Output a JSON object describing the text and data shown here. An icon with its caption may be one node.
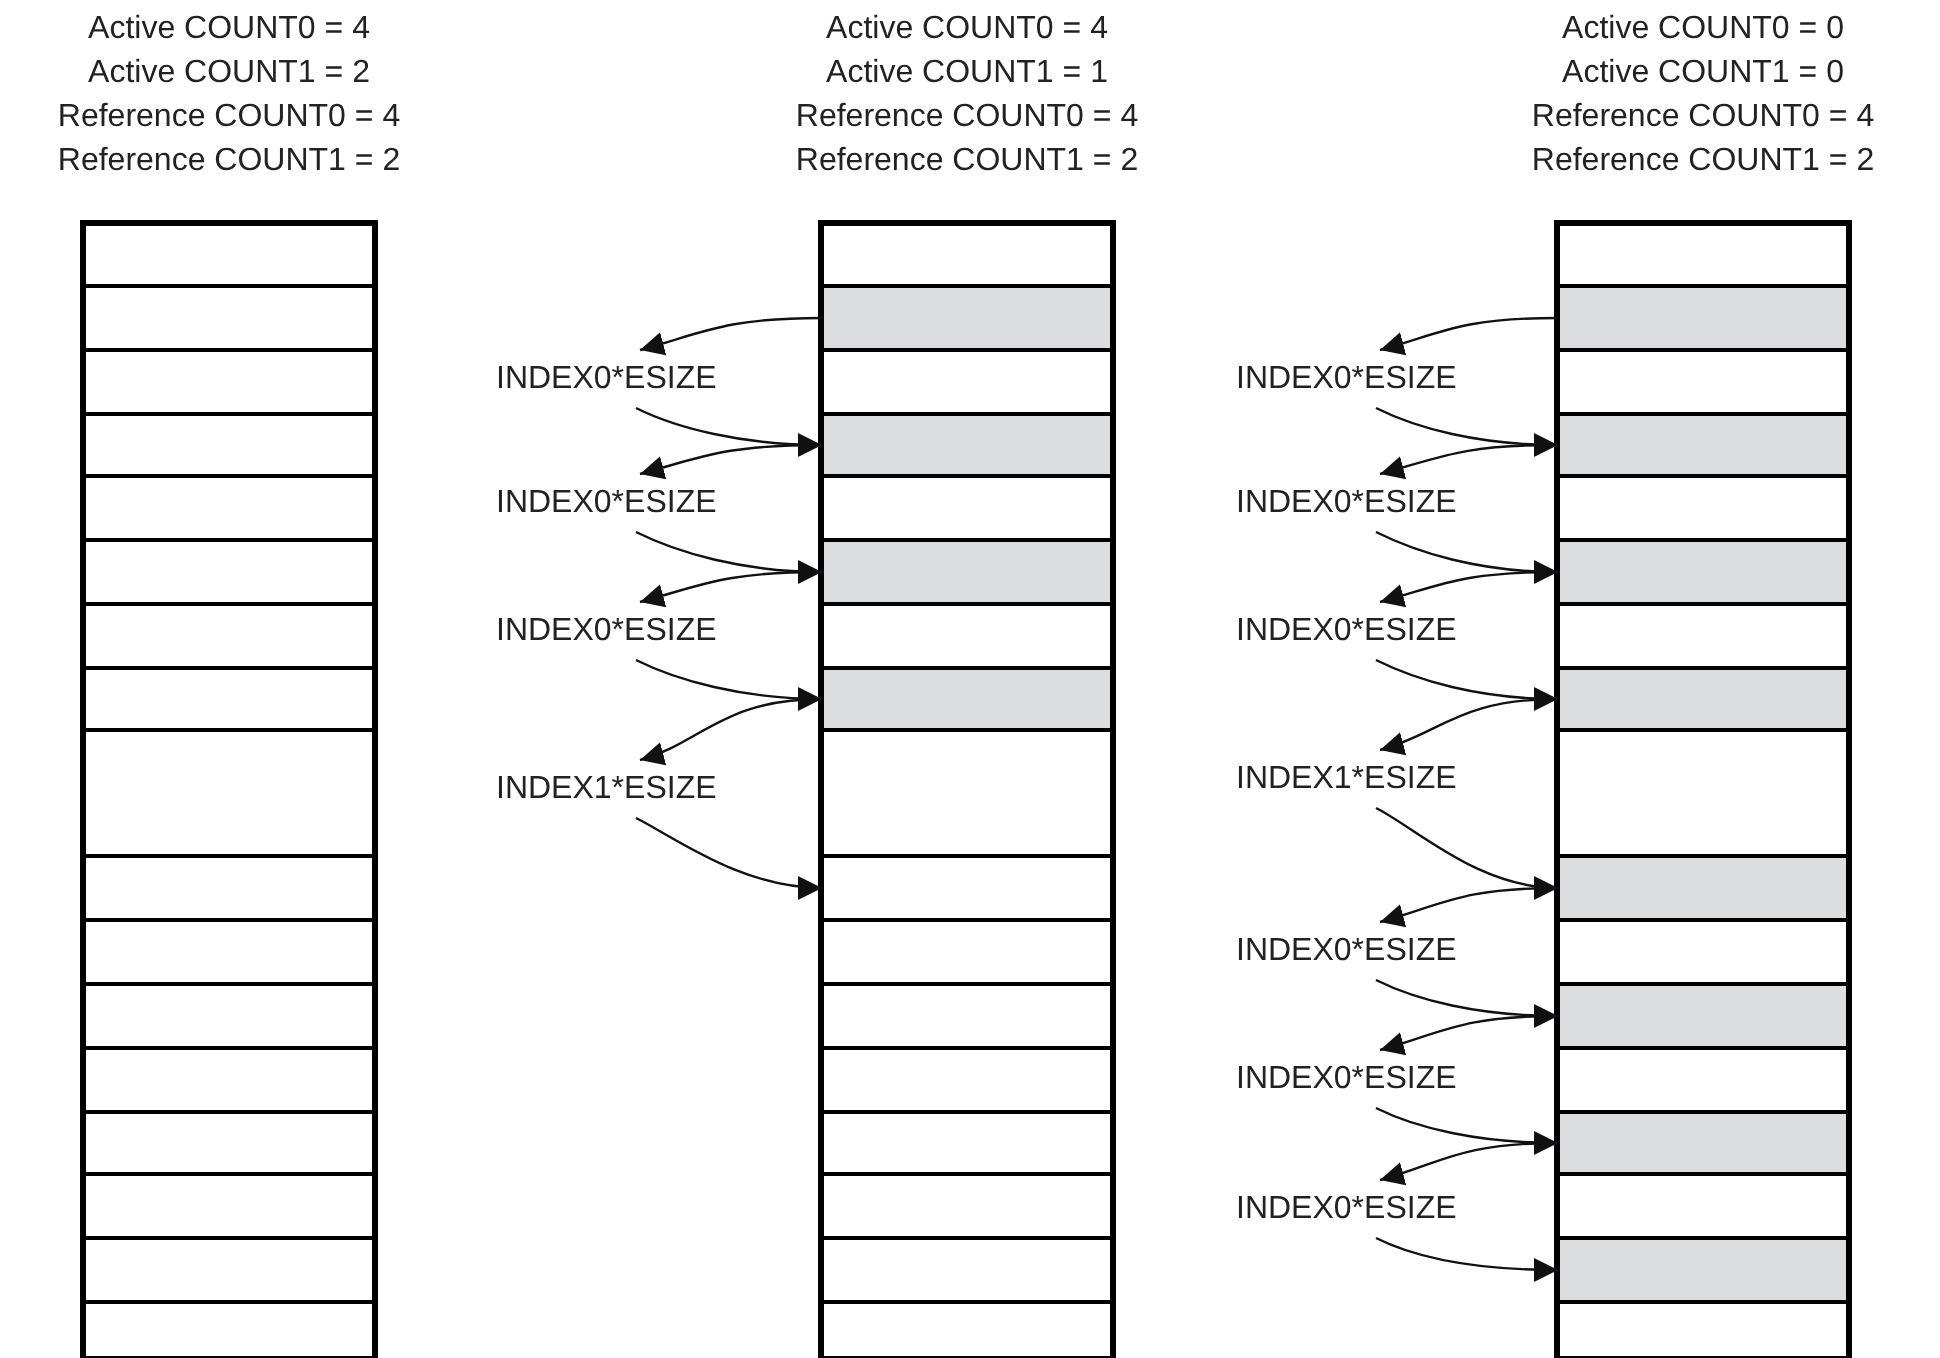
{
  "diagram": {
    "nodes": [
      {
        "text": [
          "Active COUNT0 = 4",
          "Active COUNT1 = 2",
          "Reference COUNT0 = 4",
          "Reference COUNT1 = 2"
        ]
      },
      {
        "text": [],
        "shape": "box",
        "in": 0
      },
      {
        "text": [],
        "shape": "box",
        "in": 0
      },
      {
        "text": [],
        "shape": "box",
        "in": 0
      },
      {
        "text": [],
        "shape": "box",
        "in": 0
      },
      {
        "text": [],
        "shape": "box",
        "in": 0
      },
      {
        "text": [],
        "shape": "box",
        "in": 0
      },
      {
        "text": [],
        "shape": "box",
        "in": 0
      },
      {
        "text": [],
        "shape": "box",
        "in": 0
      },
      {
        "text": [],
        "shape": "box",
        "in": 0
      },
      {
        "text": [],
        "shape": "box",
        "in": 0
      },
      {
        "text": [],
        "shape": "box",
        "in": 0
      },
      {
        "text": [],
        "shape": "box",
        "in": 0
      },
      {
        "text": [],
        "shape": "box",
        "in": 0
      },
      {
        "text": [],
        "shape": "box",
        "in": 0
      },
      {
        "text": [],
        "shape": "box",
        "in": 0
      },
      {
        "text": [],
        "shape": "box",
        "in": 0
      },
      {
        "text": [],
        "shape": "box",
        "in": 0
      },
      {
        "text": [
          "Active COUNT0 = 4",
          "Active COUNT1 = 1",
          "Reference COUNT0 = 4",
          "Reference COUNT1 = 2"
        ]
      },
      {
        "text": [],
        "shape": "box",
        "in": 18
      },
      {
        "text": [],
        "shape": "box",
        "in": 18
      },
      {
        "text": [],
        "shape": "box",
        "in": 18
      },
      {
        "text": [],
        "shape": "box",
        "in": 18
      },
      {
        "text": [],
        "shape": "box",
        "in": 18
      },
      {
        "text": [],
        "shape": "box",
        "in": 18
      },
      {
        "text": [],
        "shape": "box",
        "in": 18
      },
      {
        "text": [],
        "shape": "box",
        "in": 18
      },
      {
        "text": [],
        "shape": "box",
        "in": 18
      },
      {
        "text": [],
        "shape": "box",
        "in": 18
      },
      {
        "text": [],
        "shape": "box",
        "in": 18
      },
      {
        "text": [],
        "shape": "box",
        "in": 18
      },
      {
        "text": [],
        "shape": "box",
        "in": 18
      },
      {
        "text": [],
        "shape": "box",
        "in": 18
      },
      {
        "text": [],
        "shape": "box",
        "in": 18
      },
      {
        "text": [],
        "shape": "box",
        "in": 18
      },
      {
        "text": [],
        "shape": "box",
        "in": 18
      },
      {
        "text": [
          "INDEX0*ESIZE"
        ]
      },
      {
        "text": [
          "INDEX0*ESIZE"
        ]
      },
      {
        "text": [
          "INDEX0*ESIZE"
        ]
      },
      {
        "text": [
          "INDEX1*ESIZE"
        ]
      },
      {
        "text": [
          "Active COUNT0 = 0",
          "Active COUNT1 = 0",
          "Reference COUNT0 = 4",
          "Reference COUNT1 = 2"
        ]
      },
      {
        "text": [],
        "shape": "box",
        "in": 40
      },
      {
        "text": [],
        "shape": "box",
        "in": 40
      },
      {
        "text": [],
        "shape": "box",
        "in": 40
      },
      {
        "text": [],
        "shape": "box",
        "in": 40
      },
      {
        "text": [],
        "shape": "box",
        "in": 40
      },
      {
        "text": [],
        "shape": "box",
        "in": 40
      },
      {
        "text": [],
        "shape": "box",
        "in": 40
      },
      {
        "text": [],
        "shape": "box",
        "in": 40
      },
      {
        "text": [],
        "shape": "box",
        "in": 40
      },
      {
        "text": [],
        "shape": "box",
        "in": 40
      },
      {
        "text": [],
        "shape": "box",
        "in": 40
      },
      {
        "text": [],
        "shape": "box",
        "in": 40
      },
      {
        "text": [],
        "shape": "box",
        "in": 40
      },
      {
        "text": [],
        "shape": "box",
        "in": 40
      },
      {
        "text": [],
        "shape": "box",
        "in": 40
      },
      {
        "text": [],
        "shape": "box",
        "in": 40
      },
      {
        "text": [],
        "shape": "box",
        "in": 40
      },
      {
        "text": [
          "INDEX0*ESIZE"
        ]
      },
      {
        "text": [
          "INDEX0*ESIZE"
        ]
      },
      {
        "text": [
          "INDEX0*ESIZE"
        ]
      },
      {
        "text": [
          "INDEX1*ESIZE"
        ]
      },
      {
        "text": [
          "INDEX0*ESIZE"
        ]
      },
      {
        "text": [
          "INDEX0*ESIZE"
        ]
      },
      {
        "text": [
          "INDEX0*ESIZE"
        ]
      }
    ],
    "edges": [
      {
        "from": 20,
        "to": 36,
        "arrow": "to"
      },
      {
        "from": 36,
        "to": 22,
        "arrow": "to"
      },
      {
        "from": 22,
        "to": 37,
        "arrow": "to"
      },
      {
        "from": 37,
        "to": 24,
        "arrow": "to"
      },
      {
        "from": 24,
        "to": 38,
        "arrow": "to"
      },
      {
        "from": 38,
        "to": 26,
        "arrow": "to"
      },
      {
        "from": 26,
        "to": 39,
        "arrow": "to"
      },
      {
        "from": 39,
        "to": 28,
        "arrow": "to"
      },
      {
        "from": 42,
        "to": 58,
        "arrow": "to"
      },
      {
        "from": 58,
        "to": 44,
        "arrow": "to"
      },
      {
        "from": 44,
        "to": 59,
        "arrow": "to"
      },
      {
        "from": 59,
        "to": 46,
        "arrow": "to"
      },
      {
        "from": 46,
        "to": 60,
        "arrow": "to"
      },
      {
        "from": 60,
        "to": 48,
        "arrow": "to"
      },
      {
        "from": 48,
        "to": 61,
        "arrow": "to"
      },
      {
        "from": 61,
        "to": 50,
        "arrow": "to"
      },
      {
        "from": 50,
        "to": 62,
        "arrow": "to"
      },
      {
        "from": 62,
        "to": 52,
        "arrow": "to"
      },
      {
        "from": 52,
        "to": 63,
        "arrow": "to"
      },
      {
        "from": 63,
        "to": 54,
        "arrow": "to"
      },
      {
        "from": 54,
        "to": 64,
        "arrow": "to"
      },
      {
        "from": 64,
        "to": 56,
        "arrow": "to"
      }
    ]
  }
}
